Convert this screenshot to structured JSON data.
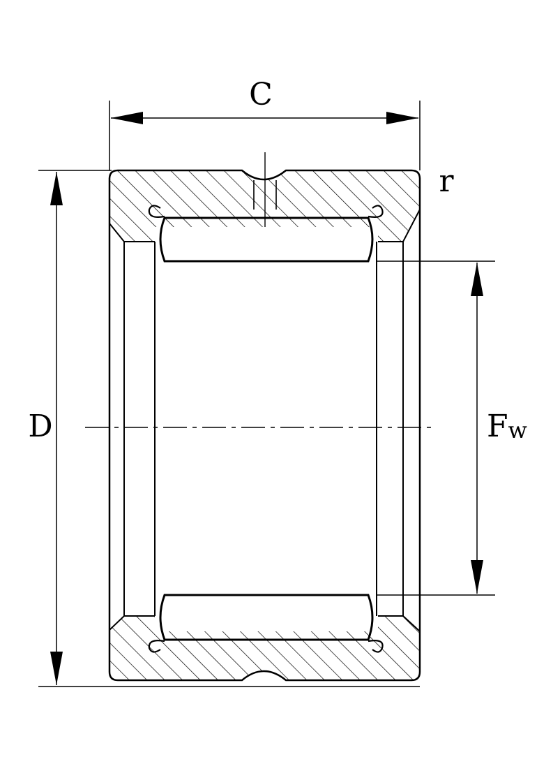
{
  "labels": {
    "width": "C",
    "corner_radius": "r",
    "outer_diameter": "D",
    "roller_diameter_main": "F",
    "roller_diameter_sub": "w"
  },
  "colors": {
    "line": "#000000",
    "background": "#ffffff"
  }
}
